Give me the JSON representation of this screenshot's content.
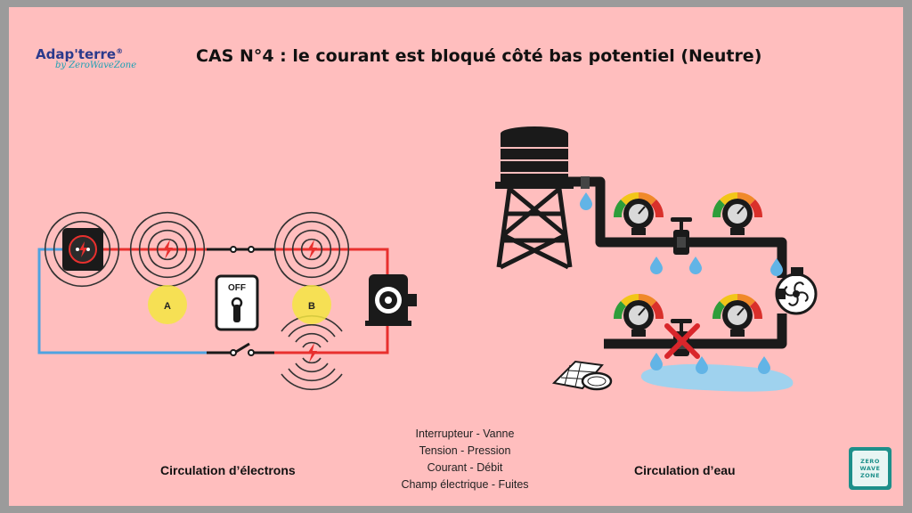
{
  "title": "CAS N°4 : le courant est bloqué côté bas potentiel (Neutre)",
  "logo": {
    "name": "Adap'terre",
    "trademark": "®",
    "tagline": "by ZeroWaveZone"
  },
  "electric_circuit": {
    "caption": "Circulation d’électrons",
    "point_a": "A",
    "point_b": "B",
    "switch_label": "OFF"
  },
  "water_circuit": {
    "caption": "Circulation d’eau"
  },
  "legend": [
    "Interrupteur - Vanne",
    "Tension - Pression",
    "Courant - Débit",
    "Champ électrique - Fuites"
  ],
  "badge_lines": [
    "ZERO",
    "WAVE",
    "ZONE"
  ],
  "colors": {
    "background": "#ffbebe",
    "live_wire": "#e8302e",
    "neutral_wire": "#4fa3e0",
    "highlight": "#f5e642",
    "water": "#62b4e6",
    "badge": "#1d8f8a"
  }
}
